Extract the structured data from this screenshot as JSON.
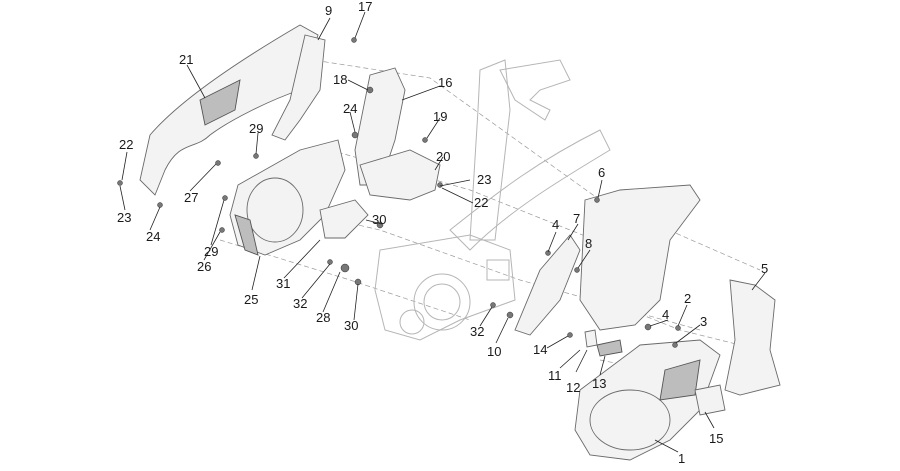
{
  "diagram": {
    "labels": [
      {
        "id": "l1",
        "text": "1"
      },
      {
        "id": "l2",
        "text": "2"
      },
      {
        "id": "l3",
        "text": "3"
      },
      {
        "id": "l4a",
        "text": "4"
      },
      {
        "id": "l4b",
        "text": "4"
      },
      {
        "id": "l5",
        "text": "5"
      },
      {
        "id": "l6",
        "text": "6"
      },
      {
        "id": "l7",
        "text": "7"
      },
      {
        "id": "l8",
        "text": "8"
      },
      {
        "id": "l9",
        "text": "9"
      },
      {
        "id": "l10",
        "text": "10"
      },
      {
        "id": "l11",
        "text": "11"
      },
      {
        "id": "l12",
        "text": "12"
      },
      {
        "id": "l13",
        "text": "13"
      },
      {
        "id": "l14",
        "text": "14"
      },
      {
        "id": "l15",
        "text": "15"
      },
      {
        "id": "l16",
        "text": "16"
      },
      {
        "id": "l17",
        "text": "17"
      },
      {
        "id": "l18",
        "text": "18"
      },
      {
        "id": "l19",
        "text": "19"
      },
      {
        "id": "l20",
        "text": "20"
      },
      {
        "id": "l21",
        "text": "21"
      },
      {
        "id": "l22a",
        "text": "22"
      },
      {
        "id": "l22b",
        "text": "22"
      },
      {
        "id": "l23a",
        "text": "23"
      },
      {
        "id": "l23b",
        "text": "23"
      },
      {
        "id": "l24a",
        "text": "24"
      },
      {
        "id": "l24b",
        "text": "24"
      },
      {
        "id": "l25",
        "text": "25"
      },
      {
        "id": "l26",
        "text": "26"
      },
      {
        "id": "l27",
        "text": "27"
      },
      {
        "id": "l28",
        "text": "28"
      },
      {
        "id": "l29a",
        "text": "29"
      },
      {
        "id": "l29b",
        "text": "29"
      },
      {
        "id": "l30a",
        "text": "30"
      },
      {
        "id": "l30b",
        "text": "30"
      },
      {
        "id": "l31",
        "text": "31"
      },
      {
        "id": "l32a",
        "text": "32"
      },
      {
        "id": "l32b",
        "text": "32"
      }
    ]
  }
}
